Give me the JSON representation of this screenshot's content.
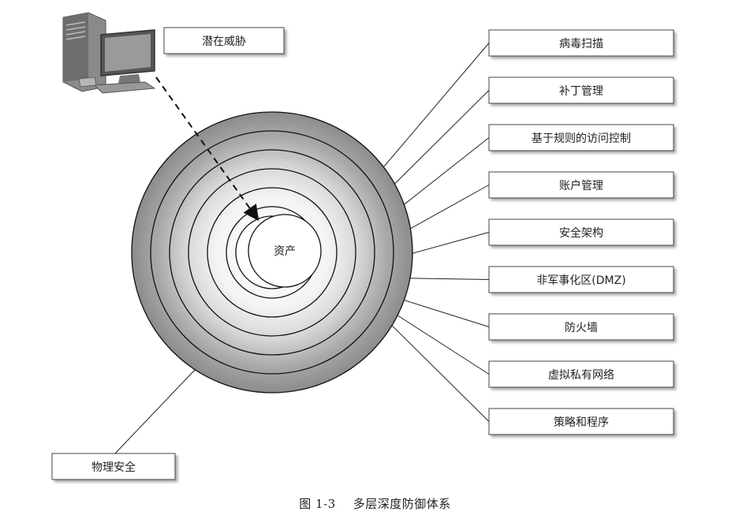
{
  "diagram": {
    "threat_label": "潜在威胁",
    "asset_label": "资产",
    "physical_label": "物理安全",
    "layer_labels": [
      "病毒扫描",
      "补丁管理",
      "基于规则的访问控制",
      "账户管理",
      "安全架构",
      "非军事化区(DMZ)",
      "防火墙",
      "虚拟私有网络",
      "策略和程序"
    ],
    "icons": [
      "computer-icon"
    ]
  },
  "caption": {
    "figure_number": "图 1-3",
    "title": "多层深度防御体系"
  }
}
